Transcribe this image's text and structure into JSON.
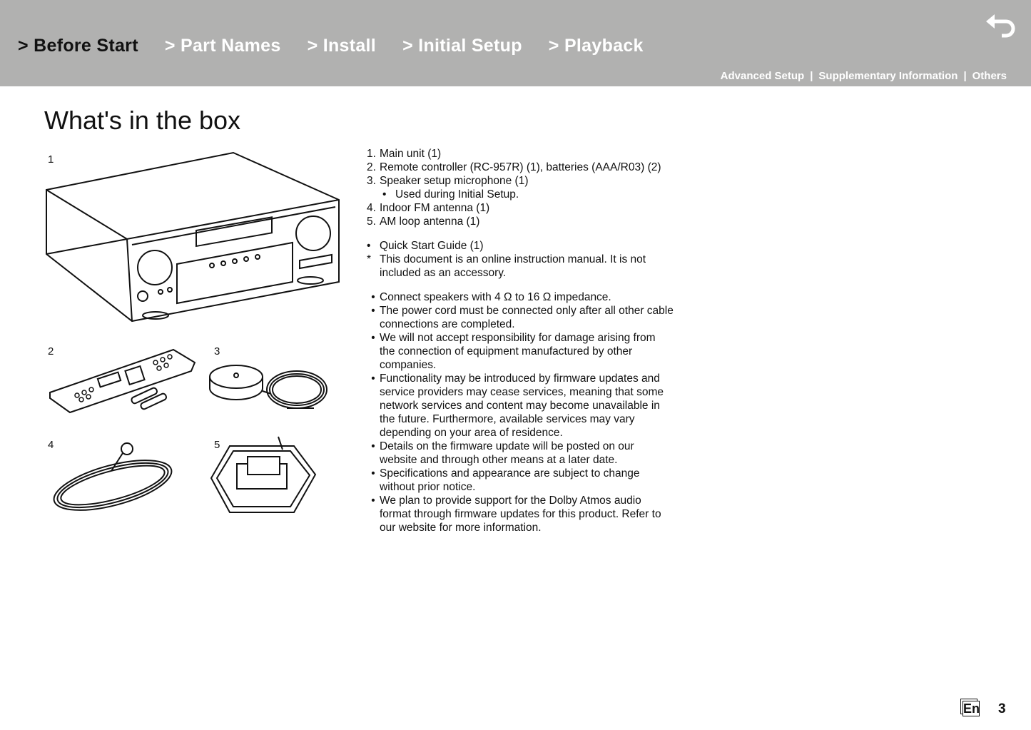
{
  "nav": {
    "items": [
      "> Before Start",
      "> Part Names",
      "> Install",
      "> Initial Setup",
      "> Playback"
    ],
    "active": 0,
    "sub": [
      "Advanced Setup",
      "Supplementary Information",
      "Others"
    ],
    "back_icon": "return-arrow-icon"
  },
  "title": "What's in the box",
  "figures": [
    "1",
    "2",
    "3",
    "4",
    "5"
  ],
  "list": [
    {
      "m": "1.",
      "t": "Main unit (1)"
    },
    {
      "m": "2.",
      "t": "Remote controller (RC-957R) (1), batteries (AAA/R03) (2)"
    },
    {
      "m": "3.",
      "t": "Speaker setup microphone (1)"
    },
    {
      "m": "•",
      "t": "Used during Initial Setup.",
      "indent": true
    },
    {
      "m": "4.",
      "t": "Indoor FM antenna (1)"
    },
    {
      "m": "5.",
      "t": "AM loop antenna (1)"
    }
  ],
  "extras": [
    {
      "m": "•",
      "t": "Quick Start Guide (1)"
    },
    {
      "m": "*",
      "t": "This document is an online instruction manual. It is not included as an accessory."
    }
  ],
  "notes": [
    "Connect speakers with 4 Ω to 16 Ω impedance.",
    "The power cord must be connected only after all other cable connections are completed.",
    "We will not accept responsibility for damage arising from the connection of equipment manufactured by other companies.",
    "Functionality may be introduced by firmware updates and service providers may cease services, meaning that some network services and content may become unavailable in the future. Furthermore, available services may vary depending on your area of residence.",
    "Details on the firmware update will be posted on our website and through other means at a later date.",
    "Specifications and appearance are subject to change without prior notice.",
    "We plan to provide support for the Dolby Atmos audio format through firmware updates for this product. Refer to our website for more information."
  ],
  "footer": {
    "lang": "En",
    "page": "3"
  }
}
